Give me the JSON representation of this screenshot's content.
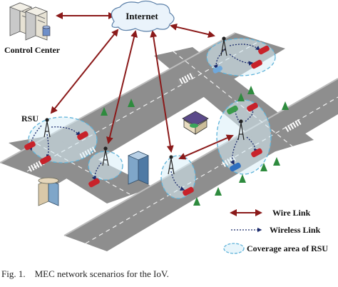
{
  "labels": {
    "internet": "Internet",
    "control_center": "Control Center",
    "rsu": "RSU"
  },
  "legend": {
    "wire": "Wire Link",
    "wireless": "Wireless Link",
    "coverage": "Coverage area of RSU"
  },
  "caption": "Fig. 1.    MEC network scenarios for the IoV.",
  "colors": {
    "wire": "#8b1a1a",
    "wireless": "#1b2a6b",
    "coverage": "#5fb3d9",
    "road": "#8e8e8e",
    "grass": "#ffffff"
  }
}
